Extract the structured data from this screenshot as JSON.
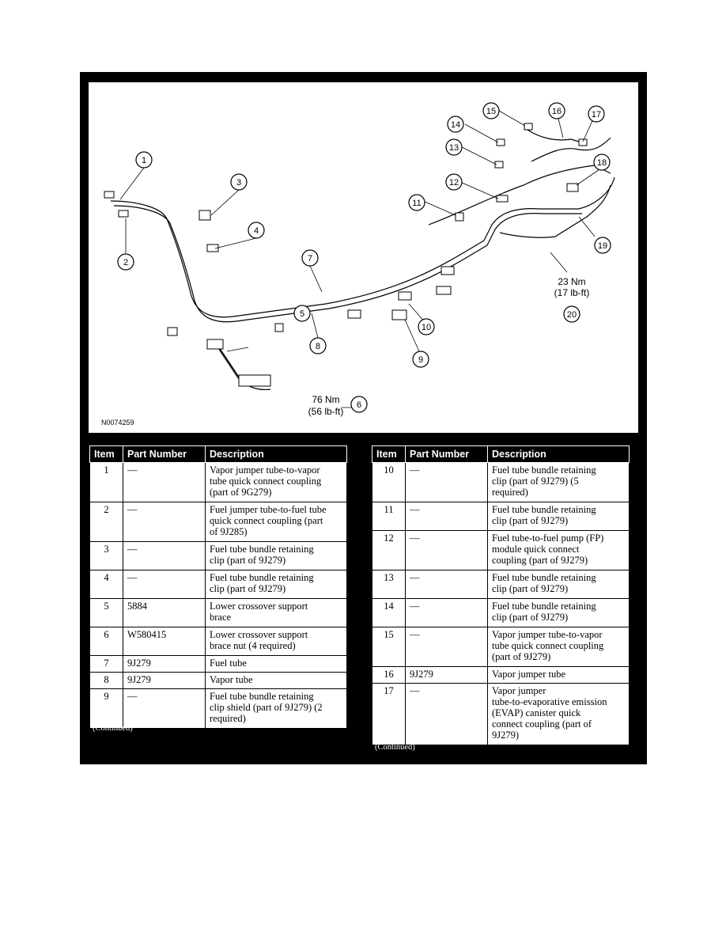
{
  "figure": {
    "figure_id": "N0074259",
    "callouts": [
      "1",
      "2",
      "3",
      "4",
      "5",
      "6",
      "7",
      "8",
      "9",
      "10",
      "11",
      "12",
      "13",
      "14",
      "15",
      "16",
      "17",
      "18",
      "19",
      "20"
    ],
    "torque_6": {
      "nm": "76 Nm",
      "lbft": "(56 lb-ft)"
    },
    "torque_20": {
      "nm": "23 Nm",
      "lbft": "(17 lb-ft)"
    }
  },
  "table_headers": {
    "item": "Item",
    "part_number": "Part Number",
    "description": "Description"
  },
  "left_rows": [
    {
      "item": "1",
      "part": "—",
      "desc": "Vapor jumper tube-to-vapor\ntube quick connect coupling\n(part of 9G279)"
    },
    {
      "item": "2",
      "part": "—",
      "desc": "Fuel jumper tube-to-fuel tube\nquick connect coupling (part\nof 9J285)"
    },
    {
      "item": "3",
      "part": "—",
      "desc": "Fuel tube bundle retaining\nclip (part of 9J279)"
    },
    {
      "item": "4",
      "part": "—",
      "desc": "Fuel tube bundle retaining\nclip (part of 9J279)"
    },
    {
      "item": "5",
      "part": "5884",
      "desc": "Lower crossover support\nbrace"
    },
    {
      "item": "6",
      "part": "W580415",
      "desc": "Lower crossover support\nbrace nut (4 required)"
    },
    {
      "item": "7",
      "part": "9J279",
      "desc": "Fuel tube"
    },
    {
      "item": "8",
      "part": "9J279",
      "desc": "Vapor tube"
    },
    {
      "item": "9",
      "part": "—",
      "desc": "Fuel tube bundle retaining\nclip shield (part of 9J279) (2\nrequired)"
    }
  ],
  "right_rows": [
    {
      "item": "10",
      "part": "—",
      "desc": "Fuel tube bundle retaining\nclip (part of 9J279) (5\nrequired)"
    },
    {
      "item": "11",
      "part": "—",
      "desc": "Fuel tube bundle retaining\nclip (part of 9J279)"
    },
    {
      "item": "12",
      "part": "—",
      "desc": "Fuel tube-to-fuel pump (FP)\nmodule quick connect\ncoupling (part of 9J279)"
    },
    {
      "item": "13",
      "part": "—",
      "desc": "Fuel tube bundle retaining\nclip (part of 9J279)"
    },
    {
      "item": "14",
      "part": "—",
      "desc": "Fuel tube bundle retaining\nclip (part of 9J279)"
    },
    {
      "item": "15",
      "part": "—",
      "desc": "Vapor jumper tube-to-vapor\ntube quick connect coupling\n(part of 9J279)"
    },
    {
      "item": "16",
      "part": "9J279",
      "desc": "Vapor jumper tube"
    },
    {
      "item": "17",
      "part": "—",
      "desc": "Vapor jumper\ntube-to-evaporative emission\n(EVAP) canister quick\nconnect coupling (part of\n9J279)"
    }
  ],
  "continued_left": "(Continued)",
  "continued_right": "(Continued)"
}
